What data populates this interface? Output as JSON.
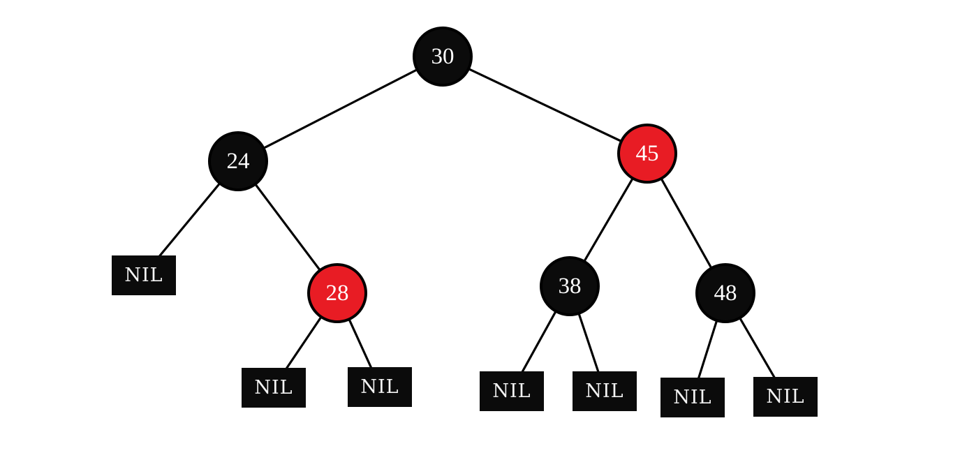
{
  "colors": {
    "bg": "#ffffff",
    "black": "#0b0b0b",
    "red": "#e81c24",
    "edge": "#000000",
    "text": "#ffffff",
    "border": "#000000"
  },
  "tree": {
    "type": "red-black-tree",
    "nodes": [
      {
        "id": "30",
        "label": "30",
        "color": "black",
        "role": "root"
      },
      {
        "id": "24",
        "label": "24",
        "color": "black",
        "role": "internal"
      },
      {
        "id": "45",
        "label": "45",
        "color": "red",
        "role": "internal"
      },
      {
        "id": "28",
        "label": "28",
        "color": "red",
        "role": "internal"
      },
      {
        "id": "38",
        "label": "38",
        "color": "black",
        "role": "internal"
      },
      {
        "id": "48",
        "label": "48",
        "color": "black",
        "role": "internal"
      }
    ],
    "leaves": [
      "NIL",
      "NIL",
      "NIL",
      "NIL",
      "NIL",
      "NIL",
      "NIL"
    ],
    "edges": [
      [
        "30",
        "24"
      ],
      [
        "30",
        "45"
      ],
      [
        "24",
        "NIL-1"
      ],
      [
        "24",
        "28"
      ],
      [
        "28",
        "NIL-2"
      ],
      [
        "28",
        "NIL-3"
      ],
      [
        "45",
        "38"
      ],
      [
        "45",
        "48"
      ],
      [
        "38",
        "NIL-4"
      ],
      [
        "38",
        "NIL-5"
      ],
      [
        "48",
        "NIL-6"
      ],
      [
        "48",
        "NIL-7"
      ]
    ]
  }
}
